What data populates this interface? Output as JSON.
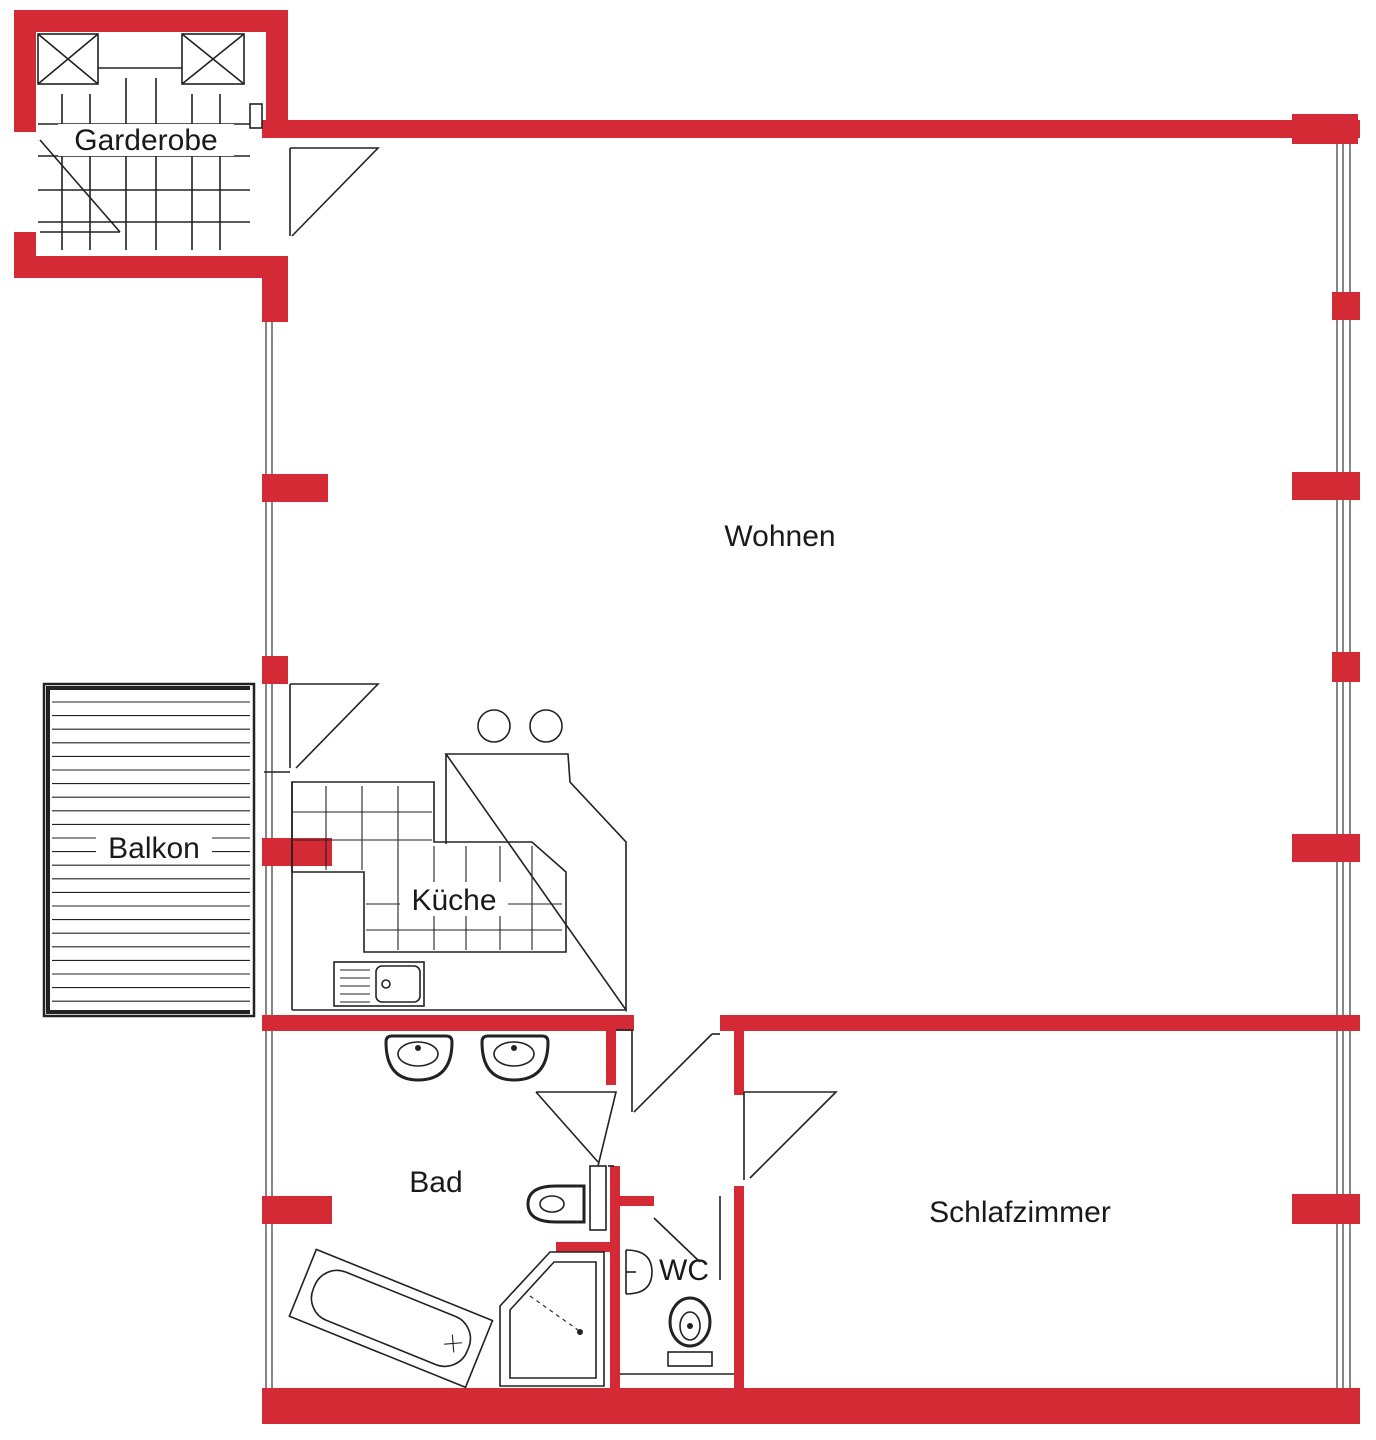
{
  "colors": {
    "wall": "#d42a35",
    "line": "#222222",
    "background": "#ffffff"
  },
  "rooms": {
    "garderobe": "Garderobe",
    "wohnen": "Wohnen",
    "balkon": "Balkon",
    "kueche": "Küche",
    "bad": "Bad",
    "wc": "WC",
    "schlafzimmer": "Schlafzimmer"
  }
}
